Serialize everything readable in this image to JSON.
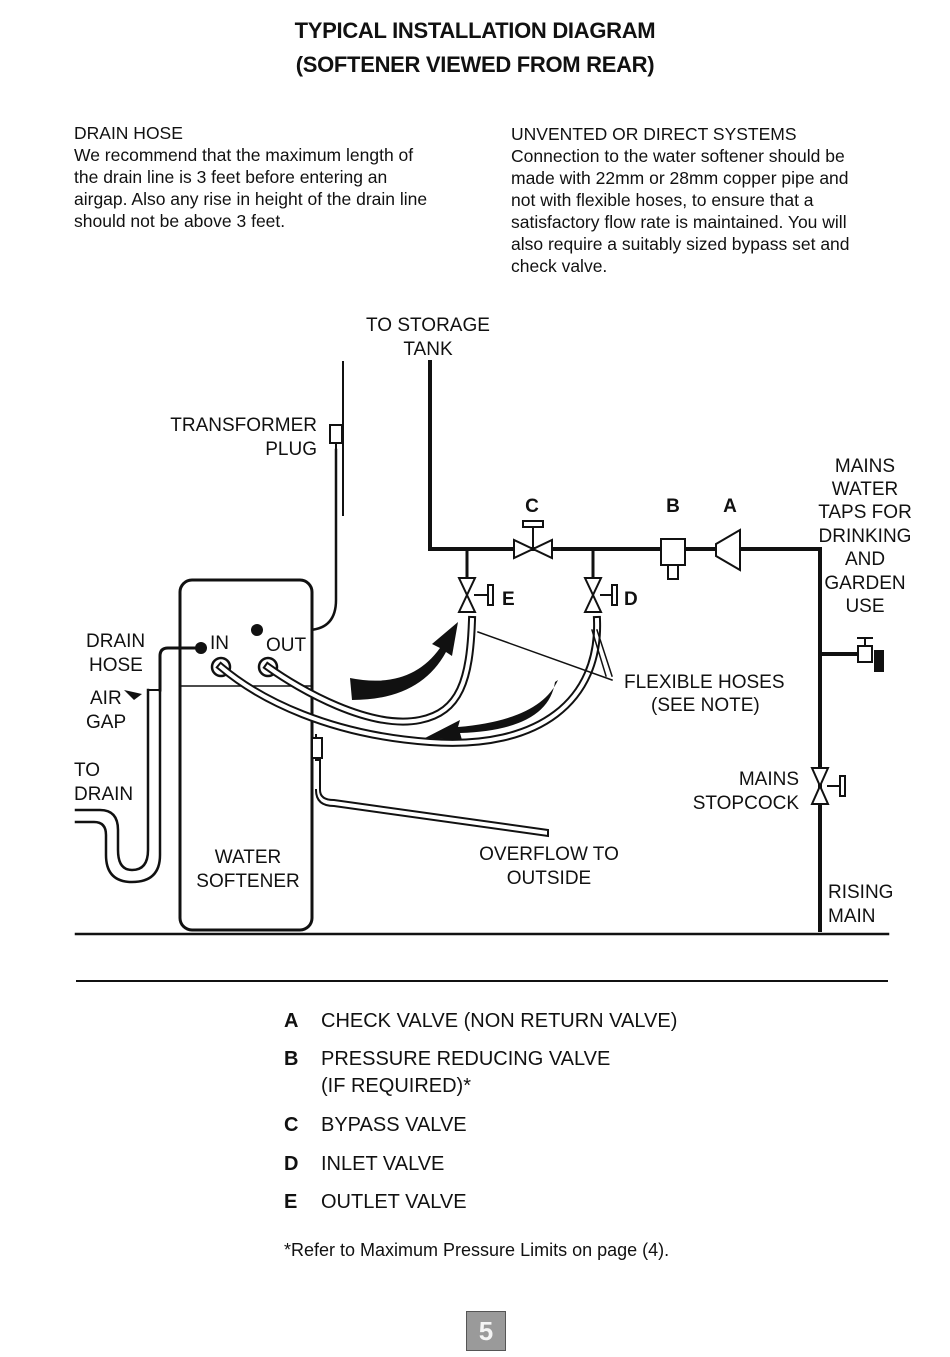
{
  "header": {
    "title_line1": "TYPICAL INSTALLATION DIAGRAM",
    "title_line2": "(SOFTENER VIEWED FROM REAR)"
  },
  "notes": {
    "drain": {
      "heading": "DRAIN HOSE",
      "lines": [
        "We recommend that the maximum length of",
        "the drain line is 3 feet before entering an",
        "airgap. Also any rise in height of the drain line",
        "should not be above 3 feet."
      ]
    },
    "unvented": {
      "heading": "UNVENTED OR DIRECT SYSTEMS",
      "lines": [
        "Connection to the water softener should be",
        "made with 22mm or 28mm copper pipe and",
        "not with flexible hoses, to ensure that a",
        "satisfactory flow rate is maintained. You will",
        "also require a suitably sized bypass set and",
        "check valve."
      ]
    }
  },
  "diagram": {
    "storage_line1": "TO STORAGE",
    "storage_line2": "TANK",
    "transformer_line1": "TRANSFORMER",
    "transformer_line2": "PLUG",
    "mains_lines": [
      "MAINS",
      "WATER",
      "TAPS FOR",
      "DRINKING",
      "AND",
      "GARDEN",
      "USE"
    ],
    "drain_hose_line1": "DRAIN",
    "drain_hose_line2": "HOSE",
    "in_label": "IN",
    "out_label": "OUT",
    "air_gap_line1": "AIR",
    "air_gap_line2": "GAP",
    "to_drain_line1": "TO",
    "to_drain_line2": "DRAIN",
    "flex_line1": "FLEXIBLE HOSES",
    "flex_line2": "(SEE NOTE)",
    "stopcock_line1": "MAINS",
    "stopcock_line2": "STOPCOCK",
    "softener_line1": "WATER",
    "softener_line2": "SOFTENER",
    "overflow_line1": "OVERFLOW TO",
    "overflow_line2": "OUTSIDE",
    "rising_line1": "RISING",
    "rising_line2": "MAIN",
    "letter_a": "A",
    "letter_b": "B",
    "letter_c": "C",
    "letter_d": "D",
    "letter_e": "E"
  },
  "legend": [
    {
      "key": "A",
      "label": "CHECK VALVE (NON RETURN VALVE)"
    },
    {
      "key": "B",
      "label": "PRESSURE REDUCING VALVE"
    },
    {
      "key": "",
      "label": "(IF REQUIRED)*"
    },
    {
      "key": "C",
      "label": "BYPASS VALVE"
    },
    {
      "key": "D",
      "label": "INLET VALVE"
    },
    {
      "key": "E",
      "label": "OUTLET VALVE"
    }
  ],
  "footnote": "*Refer to Maximum Pressure Limits on page (4).",
  "page_number": "5"
}
